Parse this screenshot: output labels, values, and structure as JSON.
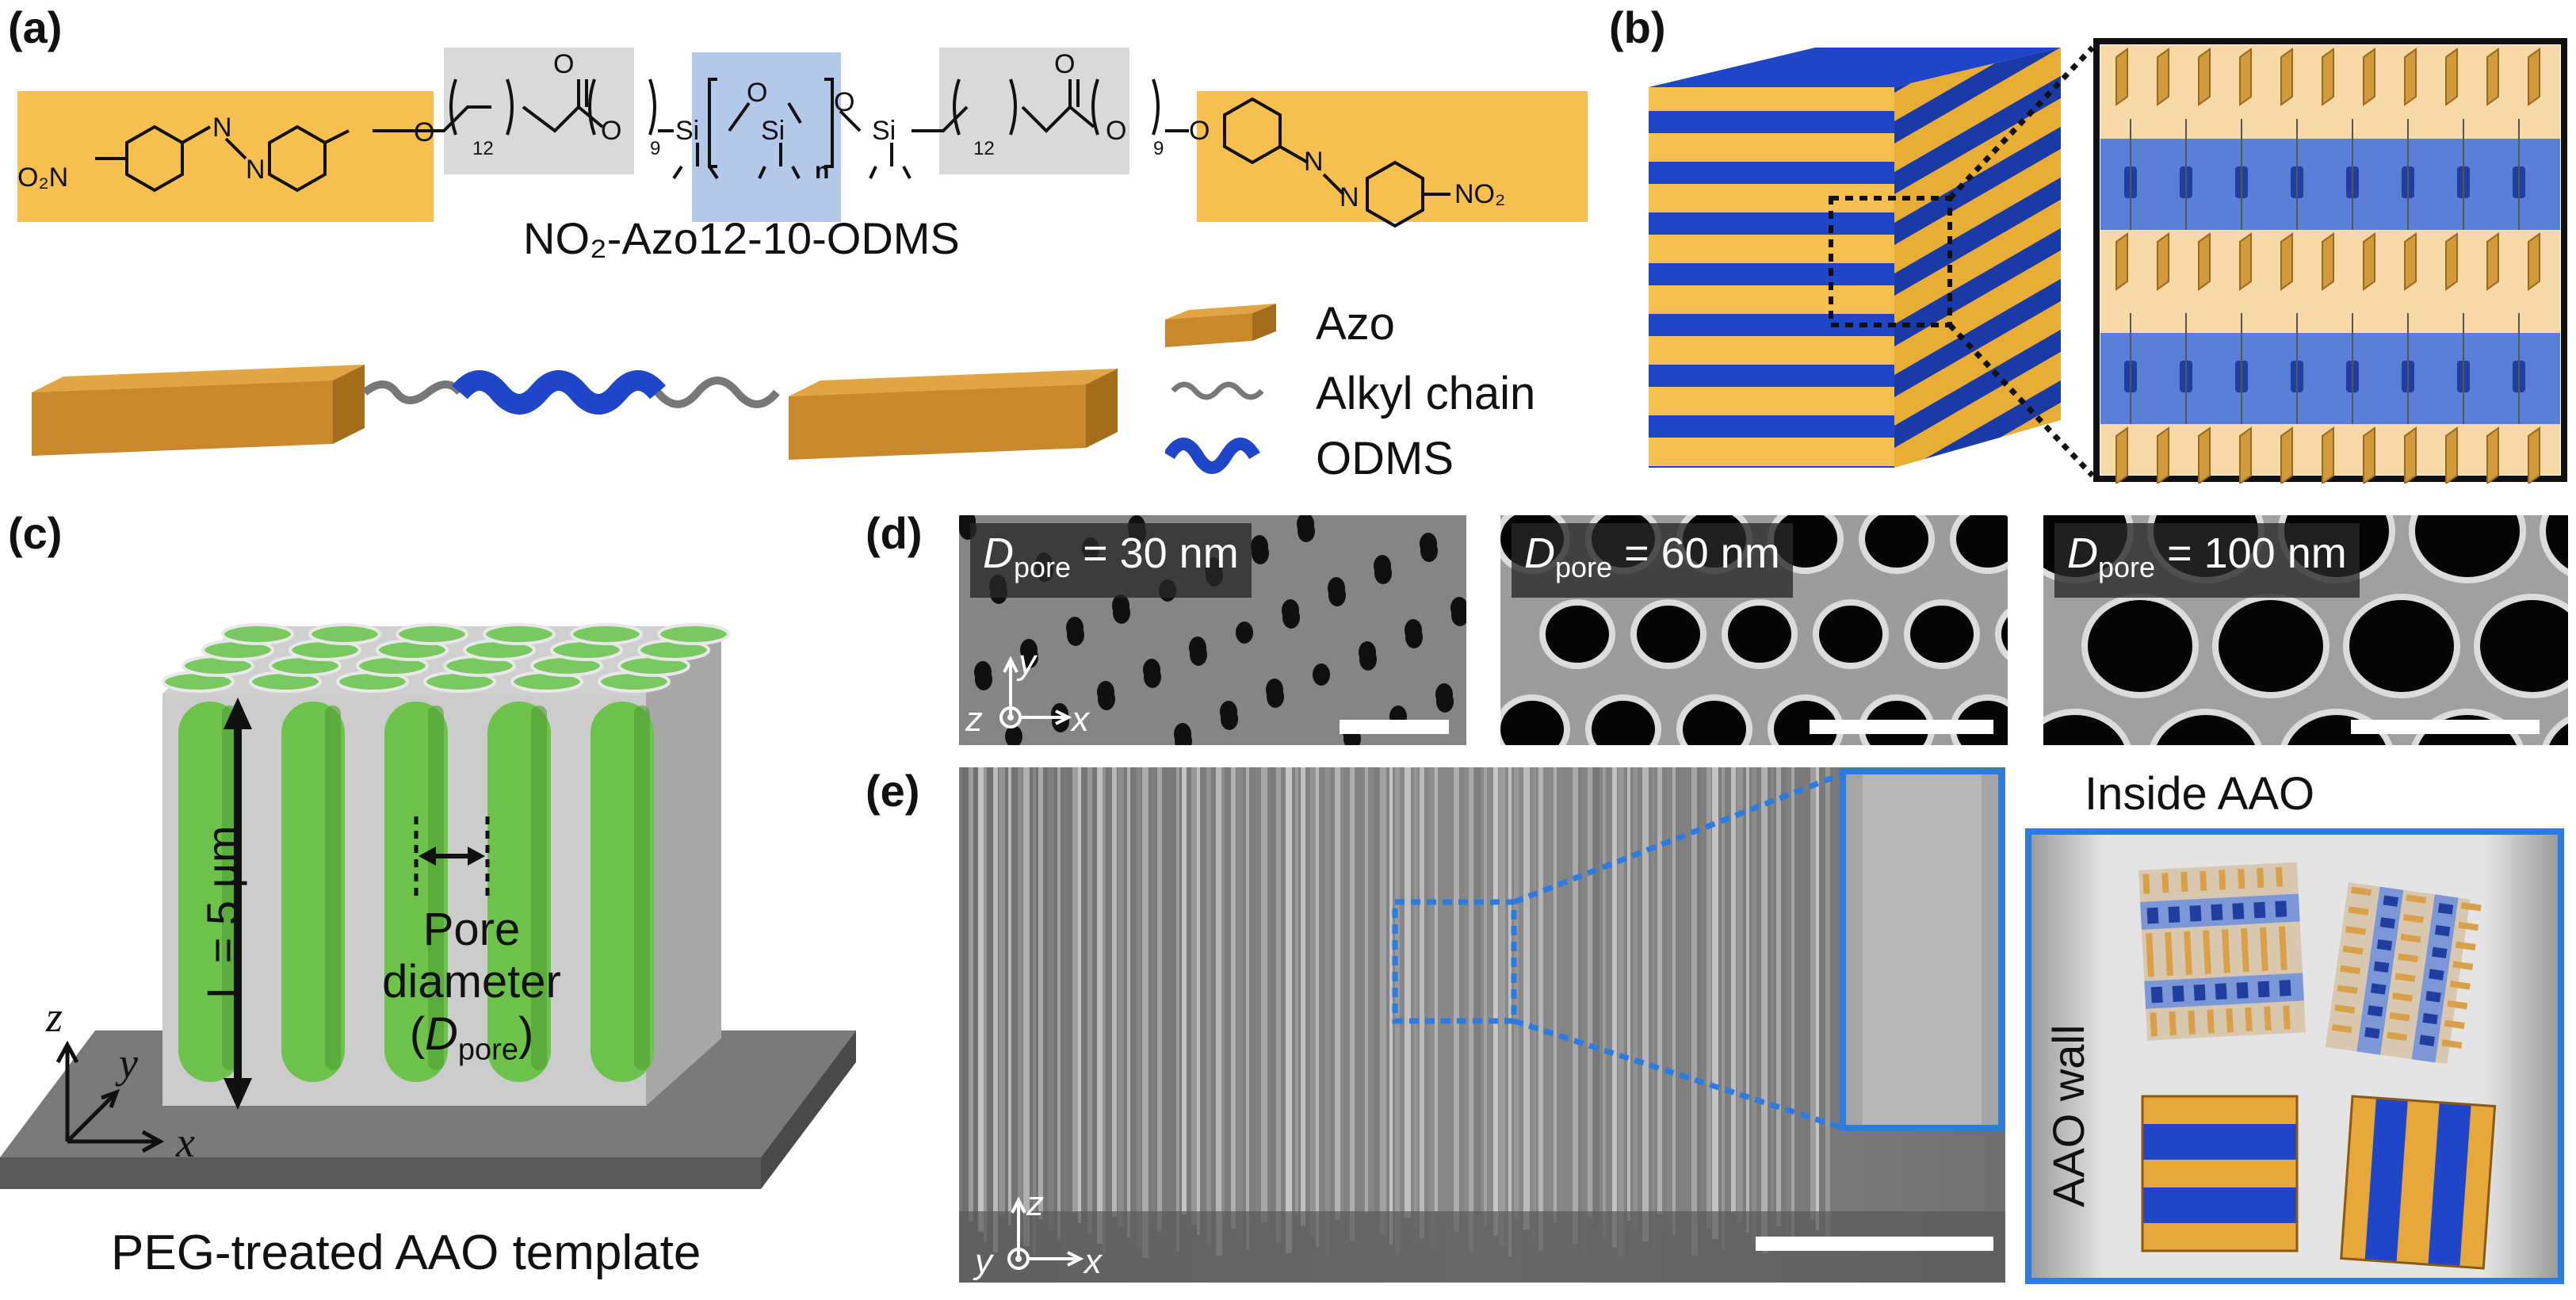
{
  "panels": {
    "a": "(a)",
    "b": "(b)",
    "c": "(c)",
    "d": "(d)",
    "e": "(e)"
  },
  "structure": {
    "nitro_left": "O₂N",
    "nitro_right": "NO₂",
    "n_azo": "N",
    "o": "O",
    "si": "Si",
    "sub_12": "12",
    "sub_9": "9",
    "sub_n": "n",
    "compound_name": "NO₂-Azo12-10-ODMS"
  },
  "legend_a": {
    "azo": "Azo",
    "alkyl": "Alkyl chain",
    "odms": "ODMS"
  },
  "panel_c": {
    "length_label": "L = 5 µm",
    "pore_line1": "Pore",
    "pore_line2": "diameter",
    "pore_line3_open": "(",
    "pore_line3_d": "D",
    "pore_line3_sub": "pore",
    "pore_line3_close": ")",
    "axis_z": "z",
    "axis_y": "y",
    "axis_x": "x",
    "caption": "PEG-treated AAO template"
  },
  "panel_d": {
    "images": [
      {
        "d": "D",
        "sub": "pore",
        "value": " = 30 nm"
      },
      {
        "d": "D",
        "sub": "pore",
        "value": " = 60 nm"
      },
      {
        "d": "D",
        "sub": "pore",
        "value": " = 100 nm"
      }
    ],
    "axis_y": "y",
    "axis_z": "z",
    "axis_x": "x"
  },
  "panel_e": {
    "axis_z": "z",
    "axis_y": "y",
    "axis_x": "x",
    "inside_title": "Inside AAO",
    "wall_label": "AAO wall"
  },
  "colors": {
    "azo": "#f5c04f",
    "azo_dark": "#c98a1e",
    "odms": "#1f46c8",
    "odms_light": "#8fa8e0",
    "gray_box": "#d9d9d9",
    "blue_box": "#b4c8ea",
    "pore_green": "#6cc24a",
    "frame_blue": "#2b7be0"
  }
}
